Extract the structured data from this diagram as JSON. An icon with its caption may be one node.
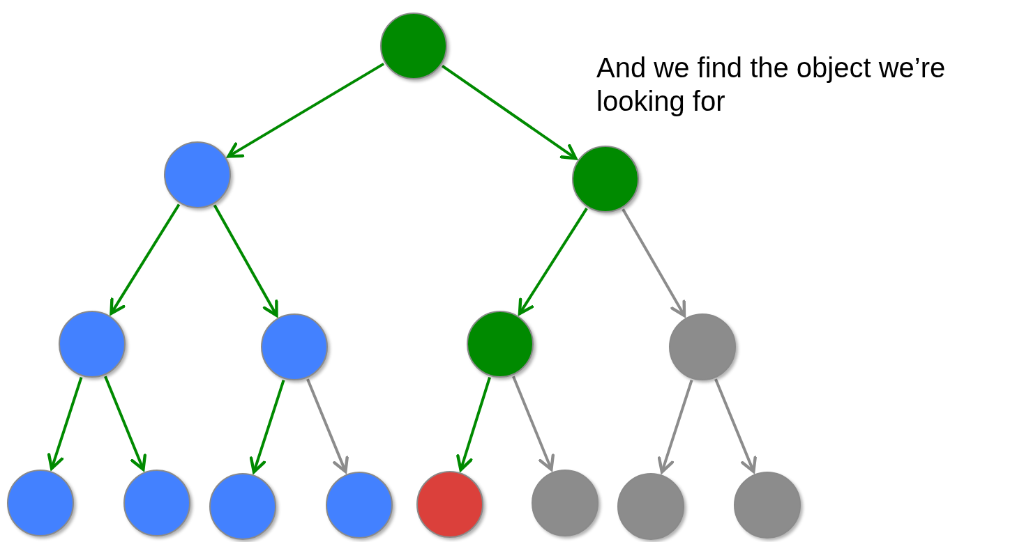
{
  "diagram": {
    "nodes": [
      {
        "text": [],
        "shape": "circle"
      },
      {
        "text": [],
        "shape": "circle"
      },
      {
        "text": [],
        "shape": "circle"
      },
      {
        "text": [],
        "shape": "circle"
      },
      {
        "text": [],
        "shape": "circle"
      },
      {
        "text": [],
        "shape": "circle"
      },
      {
        "text": [],
        "shape": "circle"
      },
      {
        "text": [],
        "shape": "circle"
      },
      {
        "text": [],
        "shape": "circle"
      },
      {
        "text": [],
        "shape": "circle"
      },
      {
        "text": [],
        "shape": "circle"
      },
      {
        "text": [],
        "shape": "circle"
      },
      {
        "text": [],
        "shape": "circle"
      },
      {
        "text": [],
        "shape": "circle"
      },
      {
        "text": [],
        "shape": "circle"
      }
    ],
    "edges": [
      {
        "from": 0,
        "to": 1,
        "arrow": "to"
      },
      {
        "from": 0,
        "to": 2,
        "arrow": "to"
      },
      {
        "from": 1,
        "to": 3,
        "arrow": "to"
      },
      {
        "from": 1,
        "to": 4,
        "arrow": "to"
      },
      {
        "from": 2,
        "to": 5,
        "arrow": "to"
      },
      {
        "from": 2,
        "to": 6,
        "arrow": "to",
        "color": "#8c8c8c"
      },
      {
        "from": 3,
        "to": 7,
        "arrow": "to"
      },
      {
        "from": 3,
        "to": 8,
        "arrow": "to"
      },
      {
        "from": 4,
        "to": 9,
        "arrow": "to"
      },
      {
        "from": 4,
        "to": 10,
        "arrow": "to",
        "color": "#8c8c8c"
      },
      {
        "from": 5,
        "to": 11,
        "arrow": "to"
      },
      {
        "from": 5,
        "to": 12,
        "arrow": "to",
        "color": "#8c8c8c"
      },
      {
        "from": 6,
        "to": 13,
        "arrow": "to",
        "color": "#8c8c8c"
      },
      {
        "from": 6,
        "to": 14,
        "arrow": "to",
        "color": "#8c8c8c"
      }
    ],
    "labels": [
      "And we find the object we’re looking for"
    ]
  }
}
